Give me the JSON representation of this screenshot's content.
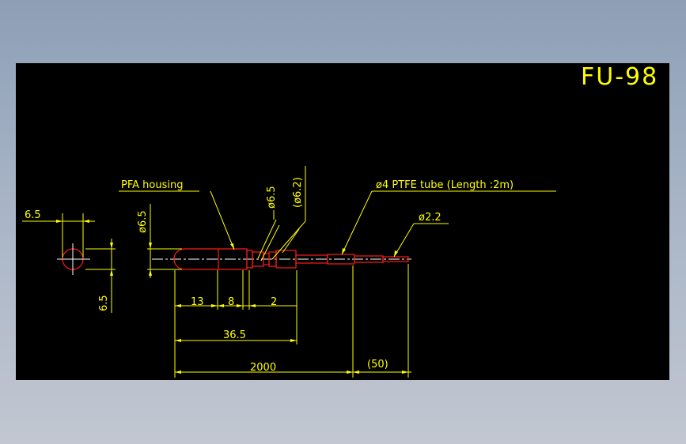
{
  "drawing": {
    "title": "FU-98",
    "callouts": {
      "housing": "PFA housing",
      "tube": "ø4 PTFE tube (Length :2m)",
      "tip_dia": "ø2.2",
      "dia_65": "ø6.5",
      "dia_62": "(ø6.2)"
    },
    "dimensions": {
      "end_width": "6.5",
      "end_height": "6.5",
      "side_height": "ø6.5",
      "d13": "13",
      "d8": "8",
      "d2": "2",
      "d365": "36.5",
      "d2000": "2000",
      "d50": "(50)"
    },
    "colors": {
      "background": "#000000",
      "dimension": "#ffff00",
      "outline": "#ff1a1a",
      "centerline": "#ffffff"
    }
  }
}
